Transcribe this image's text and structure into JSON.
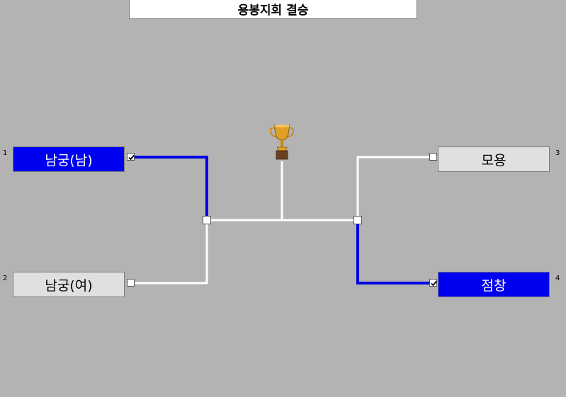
{
  "title": "용봉지회 결승",
  "teams": [
    {
      "seed": "1",
      "name": "남궁(남)",
      "winner": true
    },
    {
      "seed": "2",
      "name": "남궁(여)",
      "winner": false
    },
    {
      "seed": "3",
      "name": "모용",
      "winner": false
    },
    {
      "seed": "4",
      "name": "점창",
      "winner": true
    }
  ],
  "colors": {
    "background": "#b3b3b3",
    "winner_fill": "#0000f0",
    "loser_fill": "#e0e0e0",
    "winner_line": "#0000e0",
    "line": "#ffffff"
  },
  "icons": {
    "trophy": "trophy-icon",
    "check": "checkmark-icon"
  }
}
